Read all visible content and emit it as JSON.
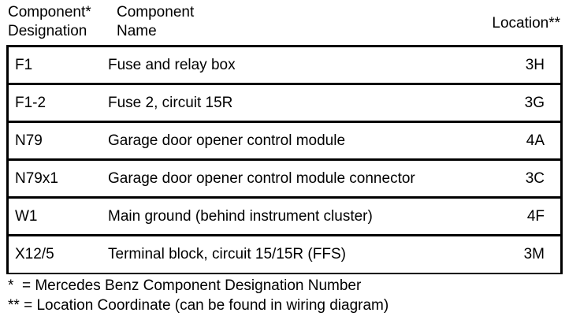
{
  "header": {
    "designation": [
      "Component*",
      "Designation"
    ],
    "name": [
      "Component",
      "Name"
    ],
    "location": "Location**"
  },
  "rows": [
    {
      "designation": "F1",
      "name": "Fuse and relay box",
      "location": "3H"
    },
    {
      "designation": "F1-2",
      "name": "Fuse 2, circuit 15R",
      "location": "3G"
    },
    {
      "designation": "N79",
      "name": "Garage door opener control module",
      "location": "4A"
    },
    {
      "designation": "N79x1",
      "name": "Garage door opener control module connector",
      "location": "3C"
    },
    {
      "designation": "W1",
      "name": "Main ground (behind instrument cluster)",
      "location": "4F"
    },
    {
      "designation": "X12/5",
      "name": "Terminal block, circuit 15/15R (FFS)",
      "location": "3M"
    }
  ],
  "footnotes": [
    "*  = Mercedes Benz Component Designation Number",
    "** = Location Coordinate (can be found in wiring diagram)"
  ]
}
